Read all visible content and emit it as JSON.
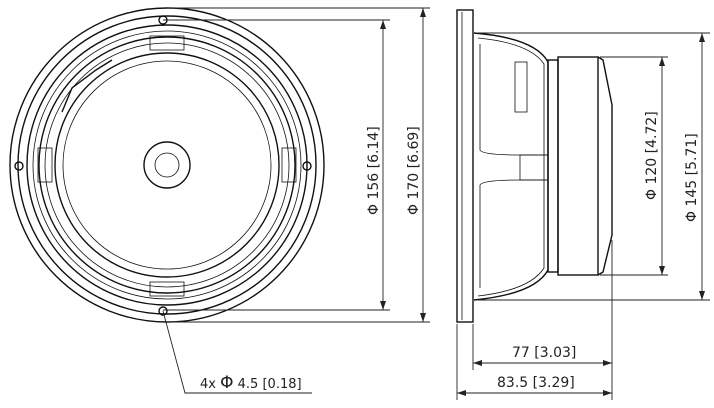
{
  "dimensions": {
    "baffle_cutout": {
      "symbol": "Φ",
      "mm": "156",
      "in": "6.14"
    },
    "frame_diameter": {
      "symbol": "Φ",
      "mm": "170",
      "in": "6.69"
    },
    "magnet_diameter": {
      "symbol": "Φ",
      "mm": "120",
      "in": "4.72"
    },
    "basket_diameter": {
      "symbol": "Φ",
      "mm": "145",
      "in": "5.71"
    },
    "mounting_depth": {
      "mm": "77",
      "in": "3.03"
    },
    "overall_depth": {
      "mm": "83.5",
      "in": "3.29"
    },
    "mounting_holes": {
      "count": "4x",
      "symbol": "Φ",
      "mm": "4.5",
      "in": "0.18"
    }
  }
}
